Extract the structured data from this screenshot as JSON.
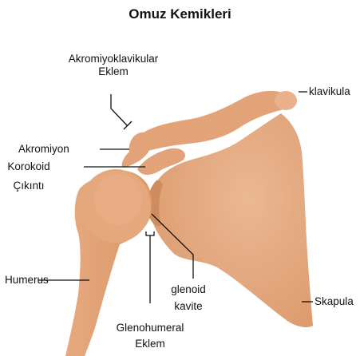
{
  "title": "Omuz Kemikleri",
  "colors": {
    "bone": "#e3a378",
    "bone_shade": "#d18f63",
    "bone_light": "#eab18b",
    "line": "#111111"
  },
  "labels": {
    "acromioclavicular_line1": "Akromiyoklavikular",
    "acromioclavicular_line2": "Eklem",
    "clavicle": "klavikula",
    "acromion": "Akromiyon",
    "coracoid_line1": "Korokoid",
    "coracoid_line2": "Çıkıntı",
    "humerus": "Humerus",
    "glenoid_line1": "glenoid",
    "glenoid_line2": "kavite",
    "scapula": "Skapula",
    "glenohumeral_line1": "Glenohumeral",
    "glenohumeral_line2": "Eklem"
  }
}
